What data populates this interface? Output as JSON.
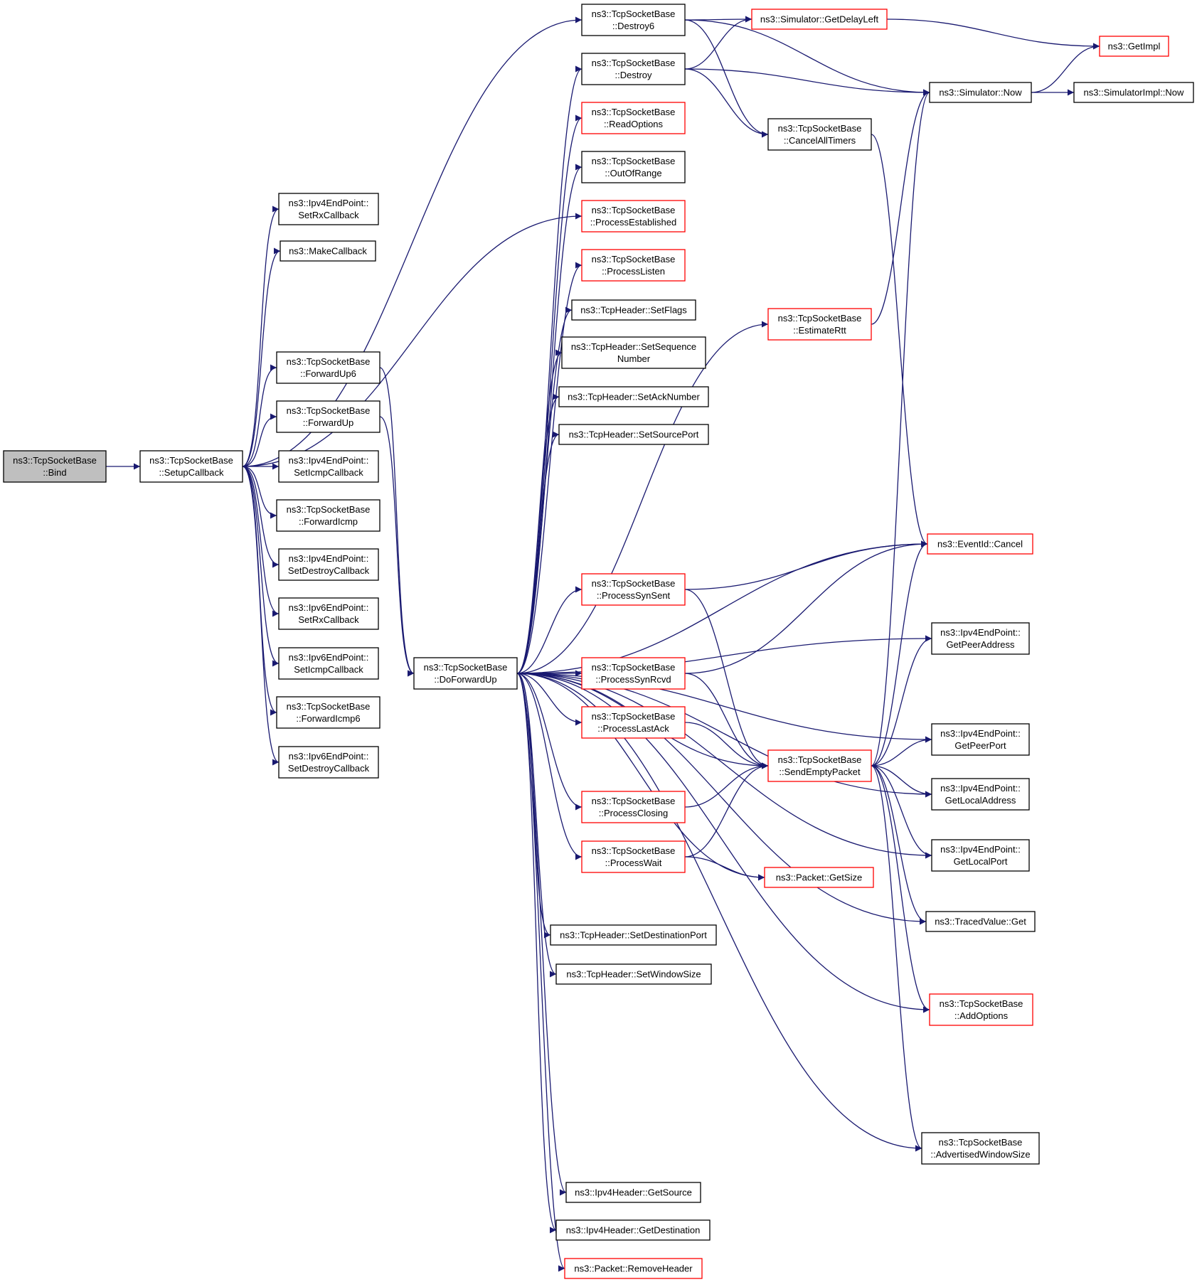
{
  "colors": {
    "edge": "#191970",
    "node_border": "#000000",
    "node_border_highlight": "#ff0000",
    "root_fill": "#bfbfbf",
    "node_fill": "#ffffff"
  },
  "nodes": [
    {
      "id": "bind",
      "lines": [
        "ns3::TcpSocketBase",
        "::Bind"
      ],
      "style": "root"
    },
    {
      "id": "setupCallback",
      "lines": [
        "ns3::TcpSocketBase",
        "::SetupCallback"
      ],
      "style": "normal"
    },
    {
      "id": "ipv4SetRx",
      "lines": [
        "ns3::Ipv4EndPoint::",
        "SetRxCallback"
      ],
      "style": "normal"
    },
    {
      "id": "makeCallback",
      "lines": [
        "ns3::MakeCallback"
      ],
      "style": "normal"
    },
    {
      "id": "forwardUp6",
      "lines": [
        "ns3::TcpSocketBase",
        "::ForwardUp6"
      ],
      "style": "normal"
    },
    {
      "id": "forwardUp",
      "lines": [
        "ns3::TcpSocketBase",
        "::ForwardUp"
      ],
      "style": "normal"
    },
    {
      "id": "ipv4SetIcmp",
      "lines": [
        "ns3::Ipv4EndPoint::",
        "SetIcmpCallback"
      ],
      "style": "normal"
    },
    {
      "id": "forwardIcmp",
      "lines": [
        "ns3::TcpSocketBase",
        "::ForwardIcmp"
      ],
      "style": "normal"
    },
    {
      "id": "ipv4SetDestroy",
      "lines": [
        "ns3::Ipv4EndPoint::",
        "SetDestroyCallback"
      ],
      "style": "normal"
    },
    {
      "id": "ipv6SetRx",
      "lines": [
        "ns3::Ipv6EndPoint::",
        "SetRxCallback"
      ],
      "style": "normal"
    },
    {
      "id": "ipv6SetIcmp",
      "lines": [
        "ns3::Ipv6EndPoint::",
        "SetIcmpCallback"
      ],
      "style": "normal"
    },
    {
      "id": "forwardIcmp6",
      "lines": [
        "ns3::TcpSocketBase",
        "::ForwardIcmp6"
      ],
      "style": "normal"
    },
    {
      "id": "ipv6SetDestroy",
      "lines": [
        "ns3::Ipv6EndPoint::",
        "SetDestroyCallback"
      ],
      "style": "normal"
    },
    {
      "id": "destroy6",
      "lines": [
        "ns3::TcpSocketBase",
        "::Destroy6"
      ],
      "style": "normal"
    },
    {
      "id": "destroy",
      "lines": [
        "ns3::TcpSocketBase",
        "::Destroy"
      ],
      "style": "normal"
    },
    {
      "id": "readOptions",
      "lines": [
        "ns3::TcpSocketBase",
        "::ReadOptions"
      ],
      "style": "red"
    },
    {
      "id": "outOfRange",
      "lines": [
        "ns3::TcpSocketBase",
        "::OutOfRange"
      ],
      "style": "normal"
    },
    {
      "id": "processEstablished",
      "lines": [
        "ns3::TcpSocketBase",
        "::ProcessEstablished"
      ],
      "style": "red"
    },
    {
      "id": "processListen",
      "lines": [
        "ns3::TcpSocketBase",
        "::ProcessListen"
      ],
      "style": "red"
    },
    {
      "id": "setFlags",
      "lines": [
        "ns3::TcpHeader::SetFlags"
      ],
      "style": "normal"
    },
    {
      "id": "setSequenceNumber",
      "lines": [
        "ns3::TcpHeader::SetSequence",
        "Number"
      ],
      "style": "normal"
    },
    {
      "id": "setAckNumber",
      "lines": [
        "ns3::TcpHeader::SetAckNumber"
      ],
      "style": "normal"
    },
    {
      "id": "setSourcePort",
      "lines": [
        "ns3::TcpHeader::SetSourcePort"
      ],
      "style": "normal"
    },
    {
      "id": "processSynSent",
      "lines": [
        "ns3::TcpSocketBase",
        "::ProcessSynSent"
      ],
      "style": "red"
    },
    {
      "id": "doForwardUp",
      "lines": [
        "ns3::TcpSocketBase",
        "::DoForwardUp"
      ],
      "style": "normal"
    },
    {
      "id": "processSynRcvd",
      "lines": [
        "ns3::TcpSocketBase",
        "::ProcessSynRcvd"
      ],
      "style": "red"
    },
    {
      "id": "processLastAck",
      "lines": [
        "ns3::TcpSocketBase",
        "::ProcessLastAck"
      ],
      "style": "red"
    },
    {
      "id": "processClosing",
      "lines": [
        "ns3::TcpSocketBase",
        "::ProcessClosing"
      ],
      "style": "red"
    },
    {
      "id": "processWait",
      "lines": [
        "ns3::TcpSocketBase",
        "::ProcessWait"
      ],
      "style": "red"
    },
    {
      "id": "setDestinationPort",
      "lines": [
        "ns3::TcpHeader::SetDestinationPort"
      ],
      "style": "normal"
    },
    {
      "id": "setWindowSize",
      "lines": [
        "ns3::TcpHeader::SetWindowSize"
      ],
      "style": "normal"
    },
    {
      "id": "ipv4GetSource",
      "lines": [
        "ns3::Ipv4Header::GetSource"
      ],
      "style": "normal"
    },
    {
      "id": "ipv4GetDestination",
      "lines": [
        "ns3::Ipv4Header::GetDestination"
      ],
      "style": "normal"
    },
    {
      "id": "packetRemoveHeader",
      "lines": [
        "ns3::Packet::RemoveHeader"
      ],
      "style": "red"
    },
    {
      "id": "getDelayLeft",
      "lines": [
        "ns3::Simulator::GetDelayLeft"
      ],
      "style": "red"
    },
    {
      "id": "cancelAllTimers",
      "lines": [
        "ns3::TcpSocketBase",
        "::CancelAllTimers"
      ],
      "style": "normal"
    },
    {
      "id": "estimateRtt",
      "lines": [
        "ns3::TcpSocketBase",
        "::EstimateRtt"
      ],
      "style": "red"
    },
    {
      "id": "sendEmptyPacket",
      "lines": [
        "ns3::TcpSocketBase",
        "::SendEmptyPacket"
      ],
      "style": "red"
    },
    {
      "id": "packetGetSize",
      "lines": [
        "ns3::Packet::GetSize"
      ],
      "style": "red"
    },
    {
      "id": "getImpl",
      "lines": [
        "ns3::GetImpl"
      ],
      "style": "red"
    },
    {
      "id": "simulatorNow",
      "lines": [
        "ns3::Simulator::Now"
      ],
      "style": "normal"
    },
    {
      "id": "simulatorImplNow",
      "lines": [
        "ns3::SimulatorImpl::Now"
      ],
      "style": "normal"
    },
    {
      "id": "eventIdCancel",
      "lines": [
        "ns3::EventId::Cancel"
      ],
      "style": "red"
    },
    {
      "id": "getPeerAddress",
      "lines": [
        "ns3::Ipv4EndPoint::",
        "GetPeerAddress"
      ],
      "style": "normal"
    },
    {
      "id": "getPeerPort",
      "lines": [
        "ns3::Ipv4EndPoint::",
        "GetPeerPort"
      ],
      "style": "normal"
    },
    {
      "id": "getLocalAddress",
      "lines": [
        "ns3::Ipv4EndPoint::",
        "GetLocalAddress"
      ],
      "style": "normal"
    },
    {
      "id": "getLocalPort",
      "lines": [
        "ns3::Ipv4EndPoint::",
        "GetLocalPort"
      ],
      "style": "normal"
    },
    {
      "id": "tracedValueGet",
      "lines": [
        "ns3::TracedValue::Get"
      ],
      "style": "normal"
    },
    {
      "id": "addOptions",
      "lines": [
        "ns3::TcpSocketBase",
        "::AddOptions"
      ],
      "style": "red"
    },
    {
      "id": "advertisedWindowSize",
      "lines": [
        "ns3::TcpSocketBase",
        "::AdvertisedWindowSize"
      ],
      "style": "normal"
    }
  ],
  "edges": [
    [
      "bind",
      "setupCallback"
    ],
    [
      "setupCallback",
      "ipv4SetRx"
    ],
    [
      "setupCallback",
      "makeCallback"
    ],
    [
      "setupCallback",
      "destroy6"
    ],
    [
      "setupCallback",
      "processEstablished"
    ],
    [
      "setupCallback",
      "forwardUp6"
    ],
    [
      "setupCallback",
      "forwardUp"
    ],
    [
      "setupCallback",
      "ipv4SetIcmp"
    ],
    [
      "setupCallback",
      "forwardIcmp"
    ],
    [
      "setupCallback",
      "ipv4SetDestroy"
    ],
    [
      "setupCallback",
      "ipv6SetRx"
    ],
    [
      "setupCallback",
      "ipv6SetIcmp"
    ],
    [
      "setupCallback",
      "forwardIcmp6"
    ],
    [
      "setupCallback",
      "ipv6SetDestroy"
    ],
    [
      "forwardUp6",
      "doForwardUp"
    ],
    [
      "forwardUp",
      "doForwardUp"
    ],
    [
      "destroy6",
      "getDelayLeft"
    ],
    [
      "destroy6",
      "simulatorNow"
    ],
    [
      "destroy6",
      "cancelAllTimers"
    ],
    [
      "destroy",
      "getDelayLeft"
    ],
    [
      "destroy",
      "simulatorNow"
    ],
    [
      "destroy",
      "cancelAllTimers"
    ],
    [
      "getDelayLeft",
      "getImpl"
    ],
    [
      "simulatorNow",
      "getImpl"
    ],
    [
      "simulatorNow",
      "simulatorImplNow"
    ],
    [
      "cancelAllTimers",
      "eventIdCancel"
    ],
    [
      "estimateRtt",
      "simulatorNow"
    ],
    [
      "doForwardUp",
      "destroy"
    ],
    [
      "doForwardUp",
      "readOptions"
    ],
    [
      "doForwardUp",
      "outOfRange"
    ],
    [
      "doForwardUp",
      "processListen"
    ],
    [
      "doForwardUp",
      "setFlags"
    ],
    [
      "doForwardUp",
      "setSequenceNumber"
    ],
    [
      "doForwardUp",
      "setAckNumber"
    ],
    [
      "doForwardUp",
      "setSourcePort"
    ],
    [
      "doForwardUp",
      "estimateRtt"
    ],
    [
      "doForwardUp",
      "eventIdCancel"
    ],
    [
      "doForwardUp",
      "getPeerAddress"
    ],
    [
      "doForwardUp",
      "processSynSent"
    ],
    [
      "doForwardUp",
      "getPeerPort"
    ],
    [
      "doForwardUp",
      "processSynRcvd"
    ],
    [
      "doForwardUp",
      "processLastAck"
    ],
    [
      "doForwardUp",
      "sendEmptyPacket"
    ],
    [
      "doForwardUp",
      "processClosing"
    ],
    [
      "doForwardUp",
      "processWait"
    ],
    [
      "doForwardUp",
      "packetGetSize"
    ],
    [
      "doForwardUp",
      "setDestinationPort"
    ],
    [
      "doForwardUp",
      "setWindowSize"
    ],
    [
      "doForwardUp",
      "getLocalAddress"
    ],
    [
      "doForwardUp",
      "tracedValueGet"
    ],
    [
      "doForwardUp",
      "getLocalPort"
    ],
    [
      "doForwardUp",
      "addOptions"
    ],
    [
      "doForwardUp",
      "advertisedWindowSize"
    ],
    [
      "doForwardUp",
      "ipv4GetSource"
    ],
    [
      "doForwardUp",
      "ipv4GetDestination"
    ],
    [
      "doForwardUp",
      "packetRemoveHeader"
    ],
    [
      "processSynSent",
      "eventIdCancel"
    ],
    [
      "processSynSent",
      "sendEmptyPacket"
    ],
    [
      "processSynRcvd",
      "eventIdCancel"
    ],
    [
      "processSynRcvd",
      "sendEmptyPacket"
    ],
    [
      "processLastAck",
      "sendEmptyPacket"
    ],
    [
      "processClosing",
      "sendEmptyPacket"
    ],
    [
      "processWait",
      "sendEmptyPacket"
    ],
    [
      "processWait",
      "packetGetSize"
    ],
    [
      "sendEmptyPacket",
      "simulatorNow"
    ],
    [
      "sendEmptyPacket",
      "eventIdCancel"
    ],
    [
      "sendEmptyPacket",
      "getPeerAddress"
    ],
    [
      "sendEmptyPacket",
      "getPeerPort"
    ],
    [
      "sendEmptyPacket",
      "getLocalAddress"
    ],
    [
      "sendEmptyPacket",
      "getLocalPort"
    ],
    [
      "sendEmptyPacket",
      "tracedValueGet"
    ],
    [
      "sendEmptyPacket",
      "addOptions"
    ],
    [
      "sendEmptyPacket",
      "advertisedWindowSize"
    ]
  ]
}
